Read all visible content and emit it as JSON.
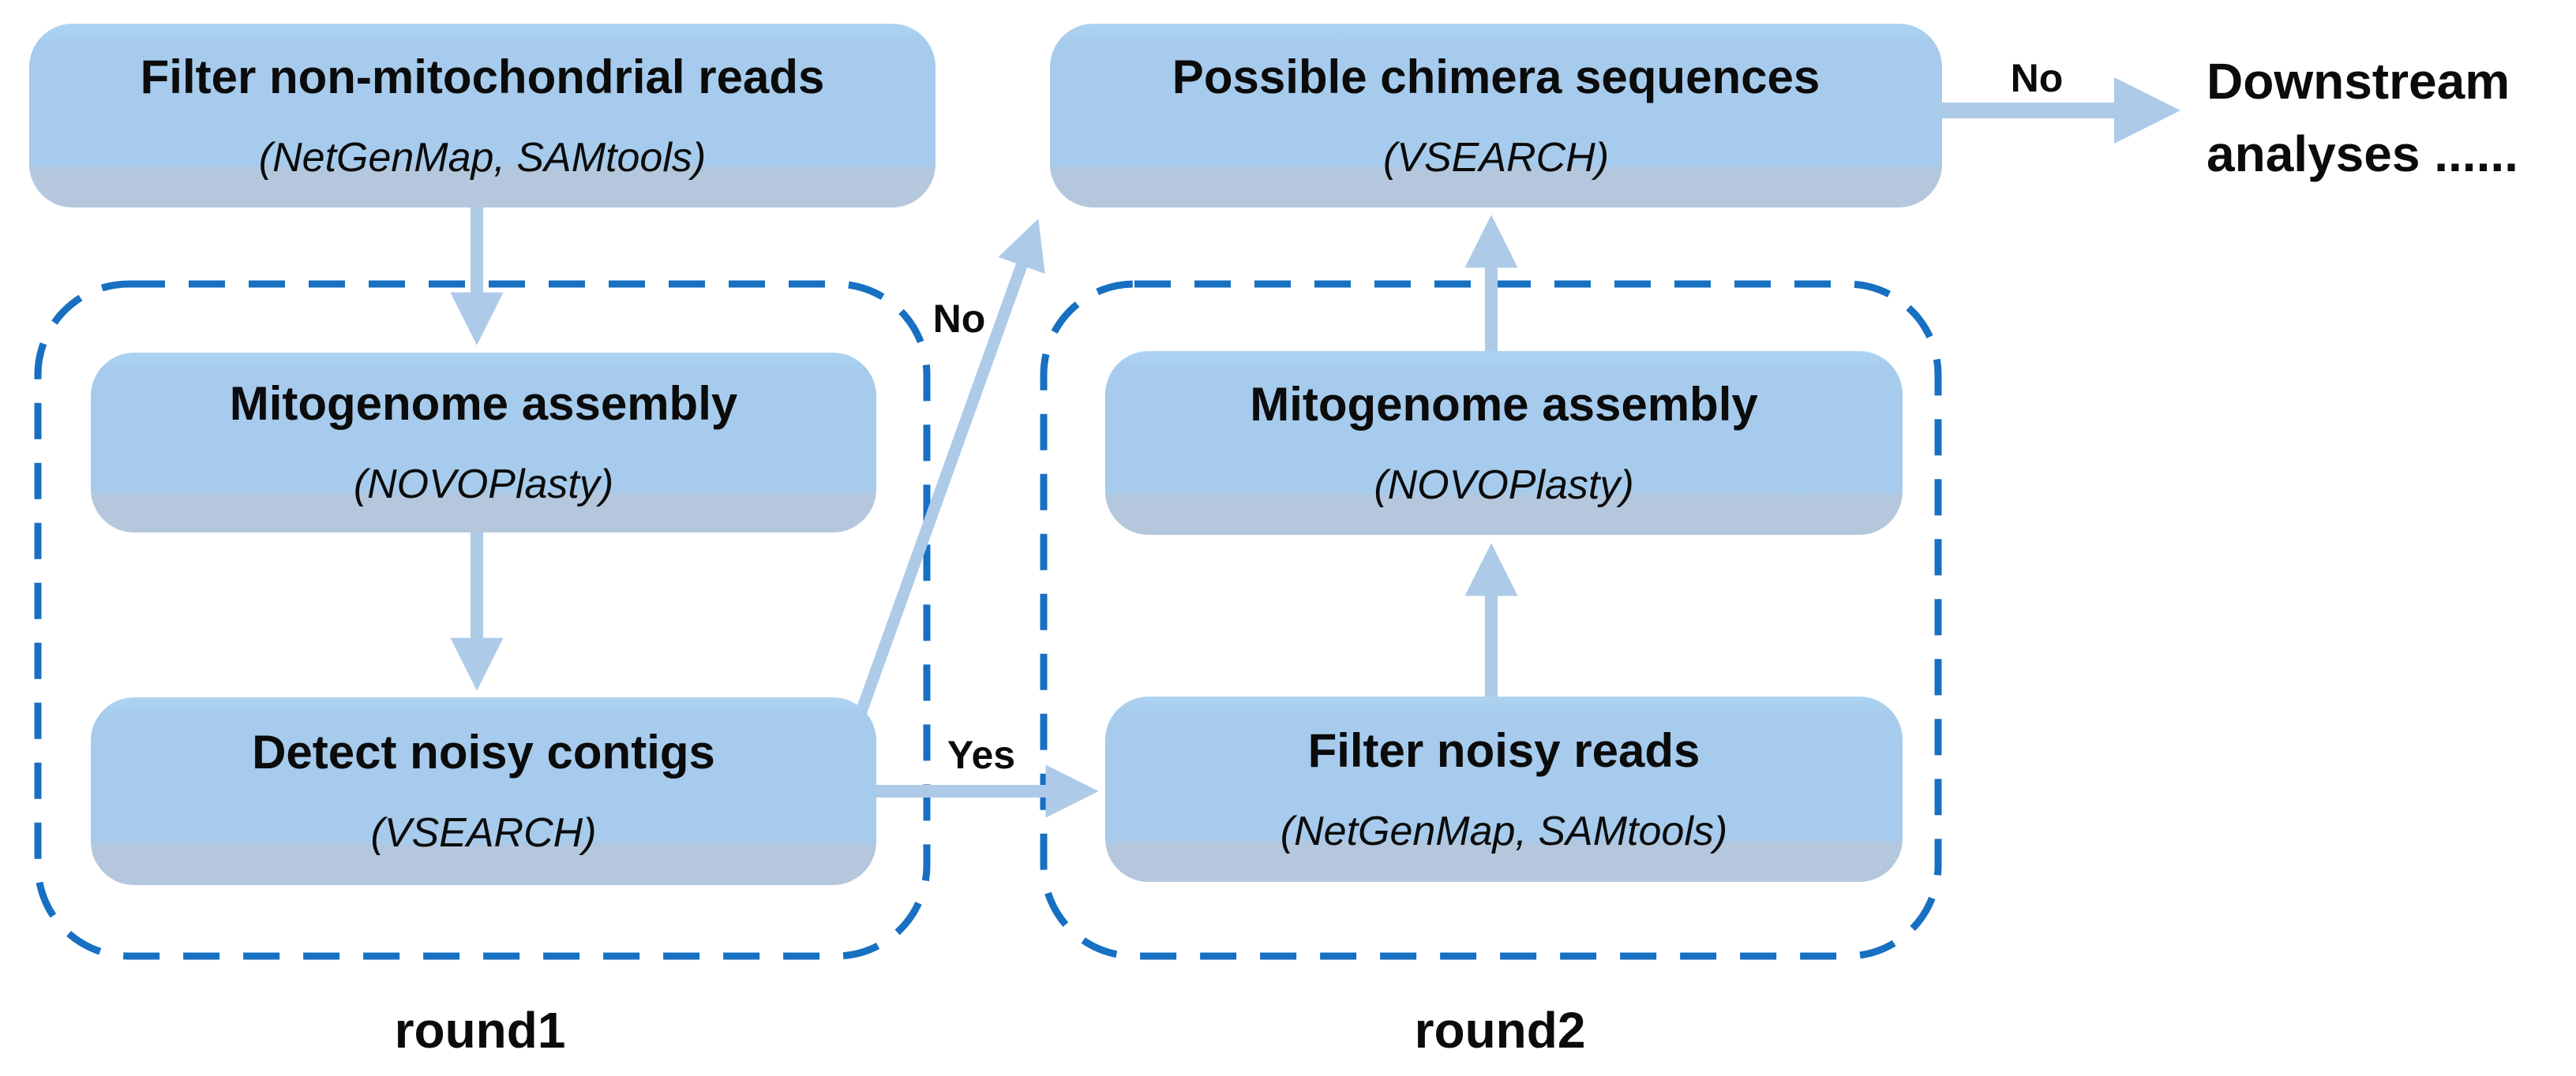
{
  "figure": {
    "type": "flowchart",
    "description_visible_text_only": true
  },
  "colors": {
    "background": "#ffffff",
    "node_fill": "#a6cbec",
    "node_fill_top": "#aed4f2",
    "node_fill_bottom_band": "#b4c7dd",
    "arrow": "#adcbe9",
    "dashed_border": "#1770c2",
    "text": "#0b0b0b"
  },
  "nodes": {
    "filter_nonmito": {
      "title": "Filter non-mitochondrial reads",
      "tool": "(NetGenMap, SAMtools)"
    },
    "chimera": {
      "title": "Possible chimera sequences",
      "tool": "(VSEARCH)"
    },
    "mito_assembly_r1": {
      "title": "Mitogenome assembly",
      "tool": "(NOVOPlasty)"
    },
    "detect_noisy": {
      "title": "Detect noisy contigs",
      "tool": "(VSEARCH)"
    },
    "mito_assembly_r2": {
      "title": "Mitogenome assembly",
      "tool": "(NOVOPlasty)"
    },
    "filter_noisy": {
      "title": "Filter noisy reads",
      "tool": "(NetGenMap, SAMtools)"
    }
  },
  "edge_labels": {
    "no_diagonal": "No",
    "yes": "Yes",
    "no_to_downstream": "No"
  },
  "groups": {
    "round1": "round1",
    "round2": "round2"
  },
  "terminal": {
    "line1": "Downstream",
    "line2": "analyses ......"
  }
}
